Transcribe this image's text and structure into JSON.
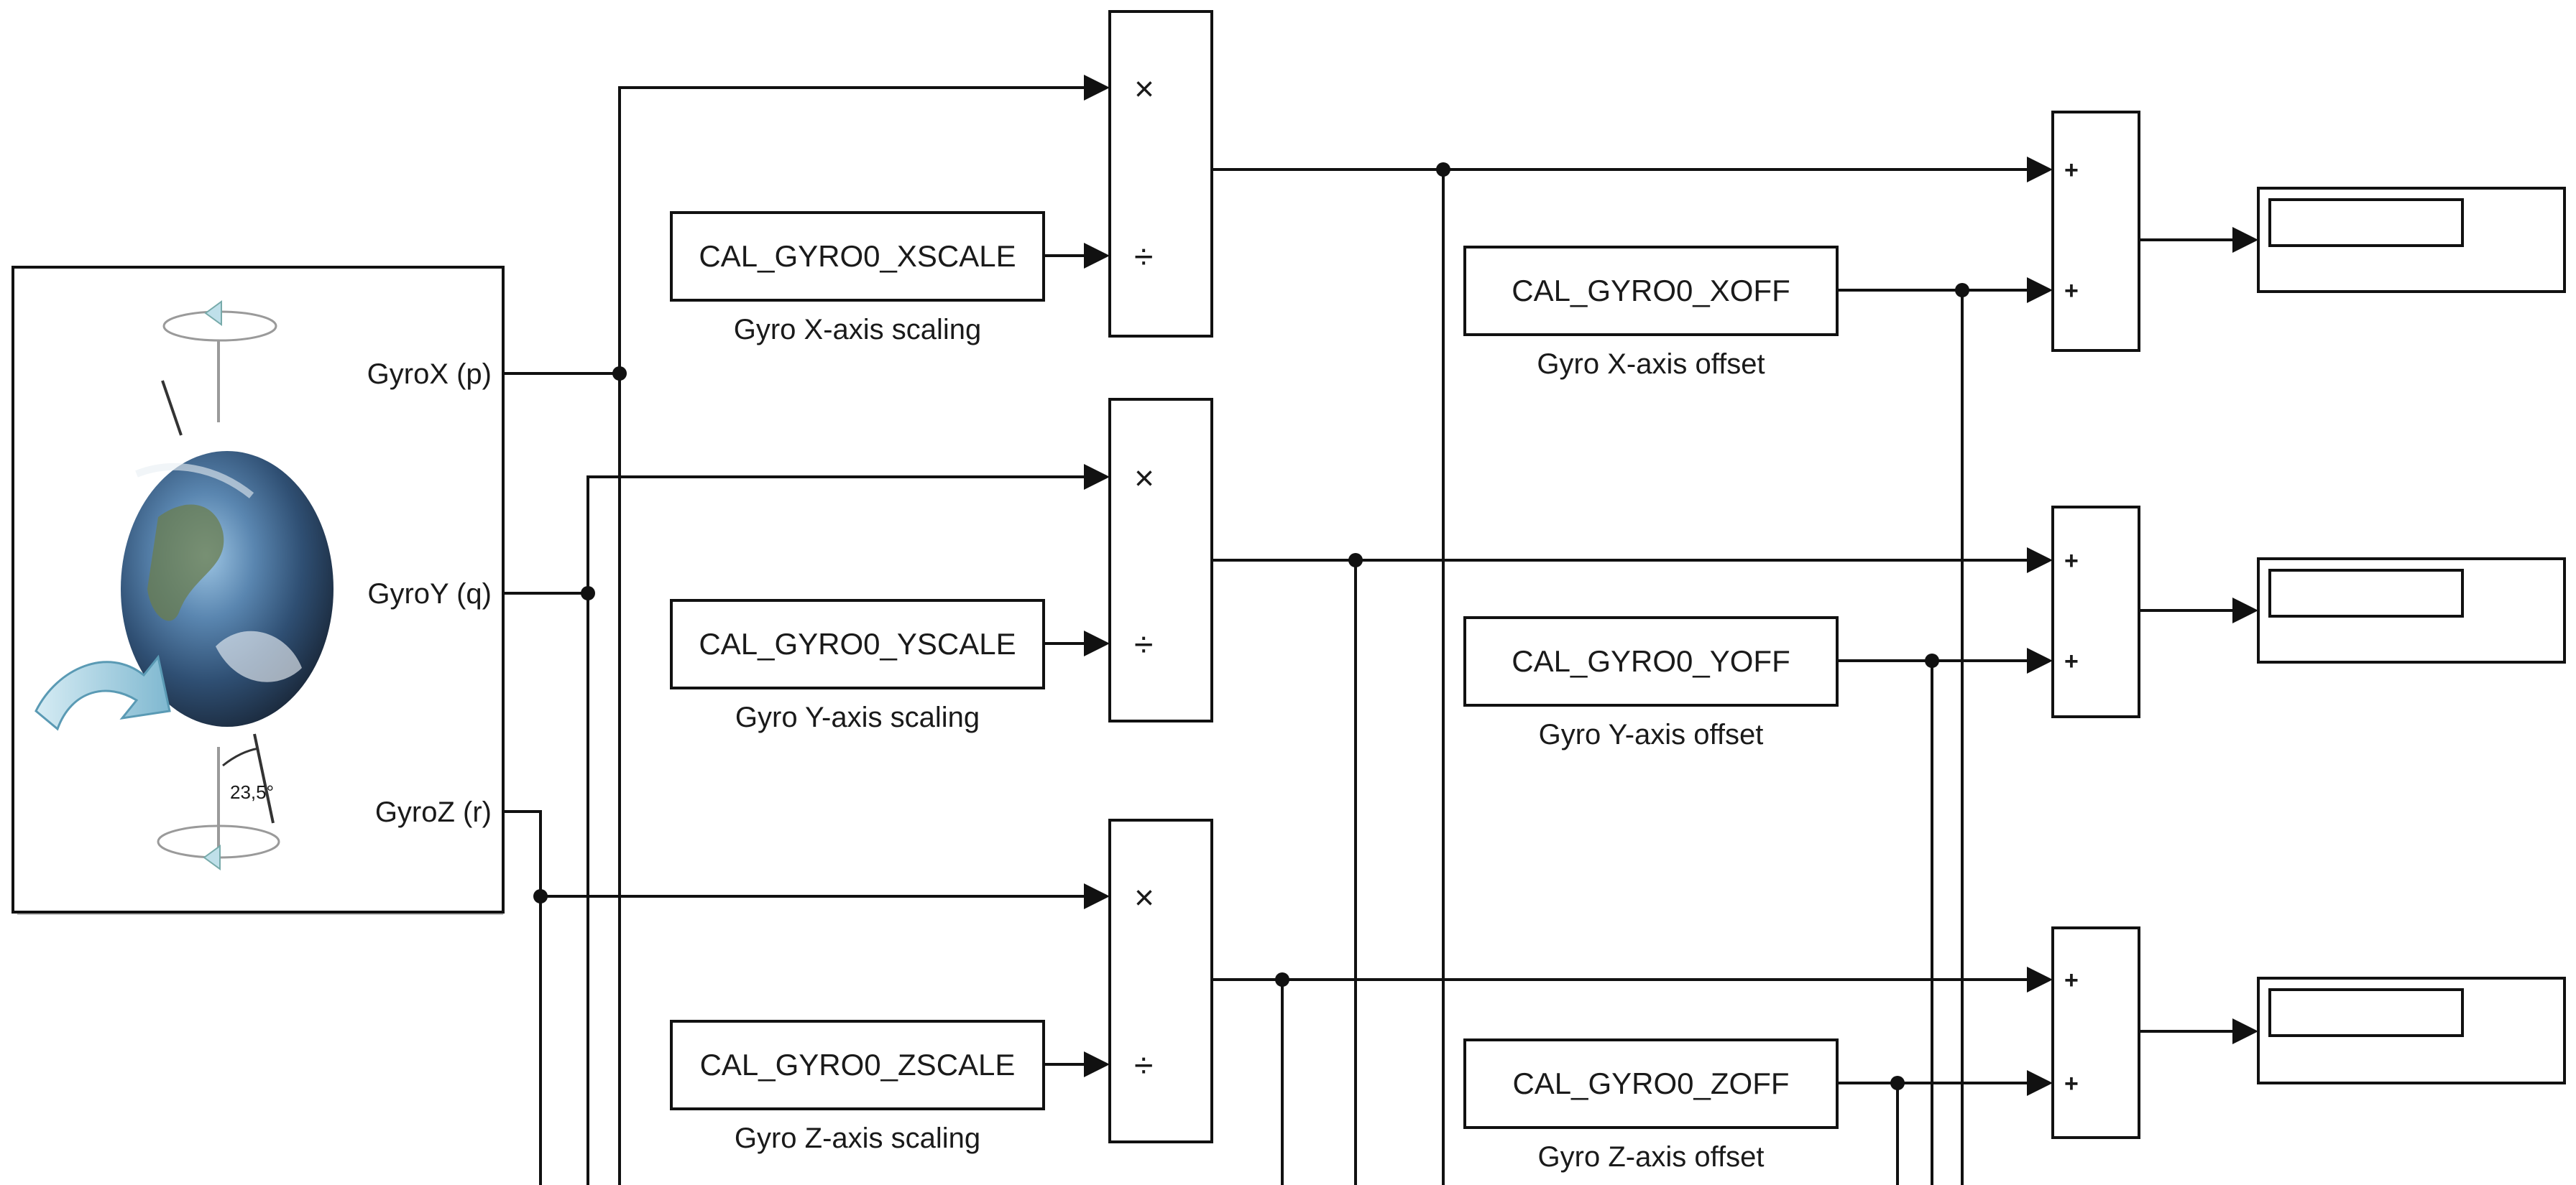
{
  "gyro_block": {
    "ports": [
      "GyroX (p)",
      "GyroY (q)",
      "GyroZ (r)"
    ],
    "tilt_label": "23,5°"
  },
  "scale_constants": [
    {
      "value": "CAL_GYRO0_XSCALE",
      "caption": "Gyro X-axis scaling"
    },
    {
      "value": "CAL_GYRO0_YSCALE",
      "caption": "Gyro Y-axis scaling"
    },
    {
      "value": "CAL_GYRO0_ZSCALE",
      "caption": "Gyro Z-axis scaling"
    }
  ],
  "offset_constants": [
    {
      "value": "CAL_GYRO0_XOFF",
      "caption": "Gyro X-axis offset"
    },
    {
      "value": "CAL_GYRO0_YOFF",
      "caption": "Gyro Y-axis offset"
    },
    {
      "value": "CAL_GYRO0_ZOFF",
      "caption": "Gyro Z-axis offset"
    }
  ],
  "product_block": {
    "multiply_sign": "×",
    "divide_sign": "÷"
  },
  "sum_block": {
    "plus_sign": "+"
  },
  "display_blocks": [
    "",
    "",
    ""
  ]
}
